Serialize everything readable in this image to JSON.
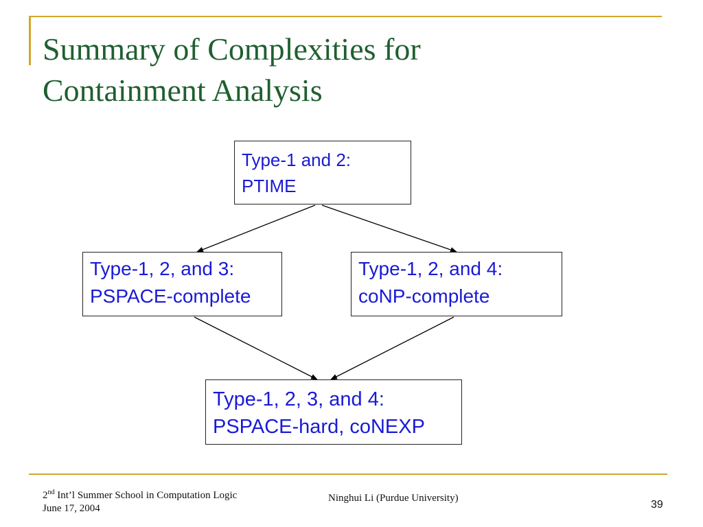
{
  "slide": {
    "title_line1": "Summary of Complexities for",
    "title_line2": "Containment Analysis",
    "accent_color": "#d4a52a",
    "title_color": "#1f5f2f",
    "node_text_color": "#1a1ad6"
  },
  "diagram": {
    "nodes": [
      {
        "id": "type12",
        "line1": "Type-1 and 2:",
        "line2": "PTIME"
      },
      {
        "id": "type123",
        "line1": "Type-1, 2, and 3:",
        "line2": "PSPACE-complete"
      },
      {
        "id": "type124",
        "line1": "Type-1, 2, and 4:",
        "line2": "coNP-complete"
      },
      {
        "id": "type1234",
        "line1": "Type-1, 2, 3, and 4:",
        "line2": "PSPACE-hard, coNEXP"
      }
    ],
    "edges": [
      {
        "from": "type12",
        "to": "type123"
      },
      {
        "from": "type12",
        "to": "type124"
      },
      {
        "from": "type123",
        "to": "type1234"
      },
      {
        "from": "type124",
        "to": "type1234"
      }
    ]
  },
  "footer": {
    "event_sup_num": "2",
    "event_sup": "nd",
    "event_rest": " Int’l Summer School in Computation Logic",
    "date": "June 17, 2004",
    "author": "Ninghui Li (Purdue University)",
    "page_number": "39"
  }
}
